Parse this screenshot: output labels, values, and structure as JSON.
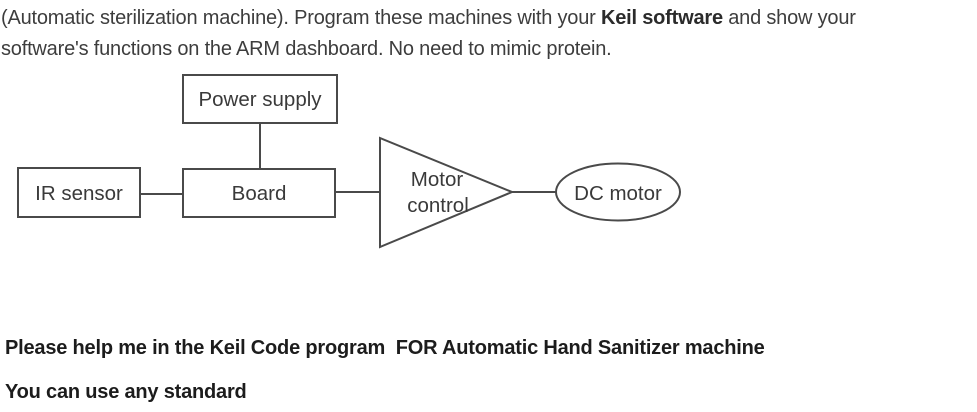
{
  "page": {
    "background": "#ffffff",
    "text_color": "#3d3d3d",
    "bold_text_color": "#1c1c1c",
    "diagram_stroke_color": "#4a4a4a"
  },
  "intro": {
    "line1_pre": "(Automatic sterilization machine). Program these machines with your ",
    "line1_bold": "Keil software",
    "line1_post": " and show your",
    "line2": "software's functions on the ARM dashboard. No need to mimic protein."
  },
  "diagram": {
    "nodes": {
      "power_supply": "Power supply",
      "ir_sensor": "IR sensor",
      "board": "Board",
      "motor_control_line1": "Motor",
      "motor_control_line2": "control",
      "dc_motor": "DC motor"
    }
  },
  "request": {
    "line1": "Please help me in the Keil Code program  FOR Automatic Hand Sanitizer machine",
    "line2": "You can use any standard"
  }
}
